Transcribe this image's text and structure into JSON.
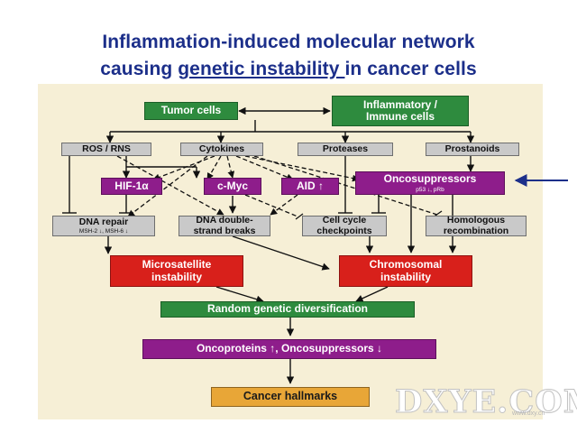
{
  "title": {
    "line1": "Inflammation-induced molecular network",
    "line2_before": "causing ",
    "line2_underlined": "genetic instability ",
    "line2_after": "in cancer cells"
  },
  "nodes": {
    "tumor_cells": "Tumor cells",
    "inflammatory_cells": "Inflammatory / Immune cells",
    "ros_rns": "ROS / RNS",
    "cytokines": "Cytokines",
    "proteases": "Proteases",
    "prostanoids": "Prostanoids",
    "hif1a": "HIF-1α",
    "cmyc": "c-Myc",
    "aid": "AID ↑",
    "oncosuppressors": "Oncosuppressors",
    "oncosuppressors_sub": "p53 ↓, pRb",
    "dna_repair": "DNA repair",
    "dna_repair_sub": "MSH-2 ↓, MSH-6 ↓",
    "dsb": "DNA double-strand breaks",
    "cell_cycle": "Cell cycle checkpoints",
    "homologous": "Homologous recombination",
    "msi": "Microsatellite instability",
    "chromosomal": "Chromosomal instability",
    "random_div": "Random genetic diversification",
    "oncoproteins": "Oncoproteins ↑, Oncosuppressors ↓",
    "hallmarks": "Cancer hallmarks"
  },
  "watermark": {
    "text": "DXYE.COM",
    "sub": "www.dxy.cn"
  },
  "colors": {
    "title": "#1c2f8a",
    "background": "#f6efd6",
    "green": "#2e8b3e",
    "grey": "#c9c9c9",
    "purple": "#8e1d8b",
    "red": "#d8201b",
    "orange": "#e8a637",
    "pointer_arrow": "#1c2f8a"
  }
}
